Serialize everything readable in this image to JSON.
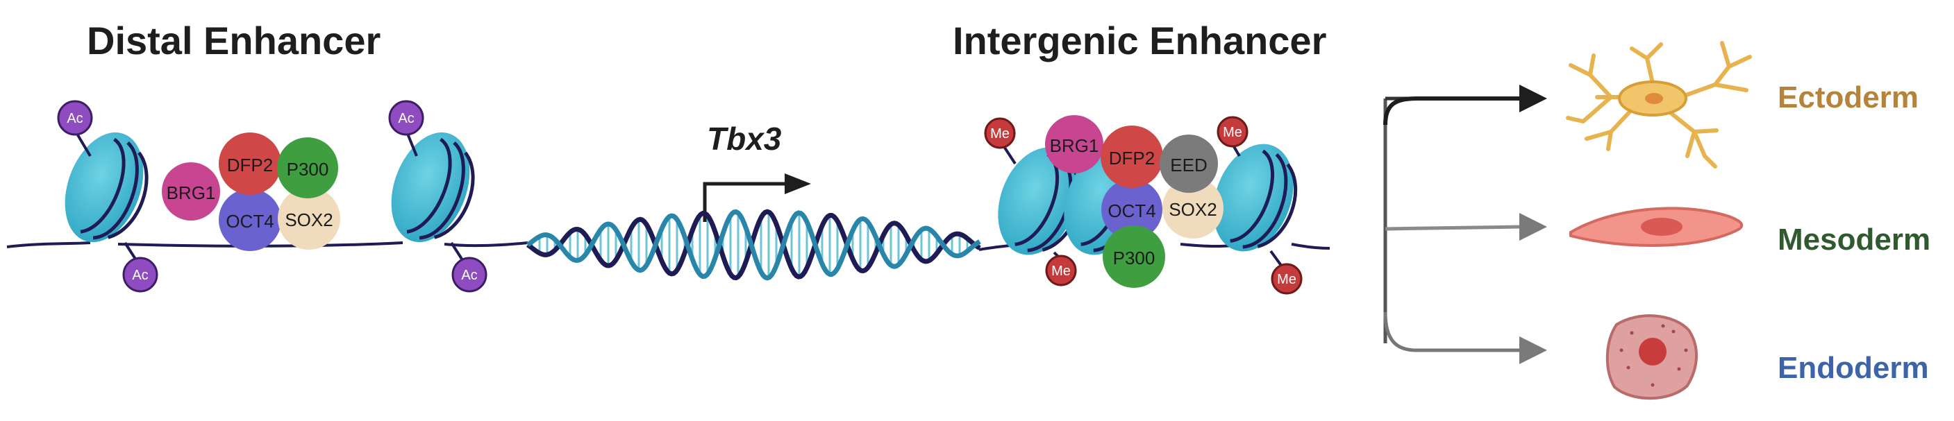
{
  "left_panel": {
    "title": "Distal Enhancer",
    "proteins": [
      "BRG1",
      "DFP2",
      "P300",
      "OCT4",
      "SOX2"
    ],
    "mark": "Ac"
  },
  "gene": {
    "name": "Tbx3"
  },
  "right_panel": {
    "title": "Intergenic Enhancer",
    "proteins": [
      "BRG1",
      "DFP2",
      "EED",
      "OCT4",
      "SOX2",
      "P300"
    ],
    "mark": "Me"
  },
  "fates": [
    {
      "label": "Ectoderm",
      "color": "#b5833a",
      "icon": "neuron-icon"
    },
    {
      "label": "Mesoderm",
      "color": "#2f5a2e",
      "icon": "muscle-cell-icon"
    },
    {
      "label": "Endoderm",
      "color": "#3d64a9",
      "icon": "epithelial-cell-icon"
    }
  ],
  "colors": {
    "nucleosome": "#4cc0d6",
    "dna_dark": "#1f1b54",
    "dna_teal": "#2a86a8",
    "acetyl": "#8e4cc0",
    "methyl": "#c53a3a",
    "brg1": "#c84592",
    "dfp2": "#cf4747",
    "p300": "#3f9e3f",
    "oct4": "#6962cf",
    "sox2": "#f0dcbd",
    "eed": "#7b7b7b"
  }
}
